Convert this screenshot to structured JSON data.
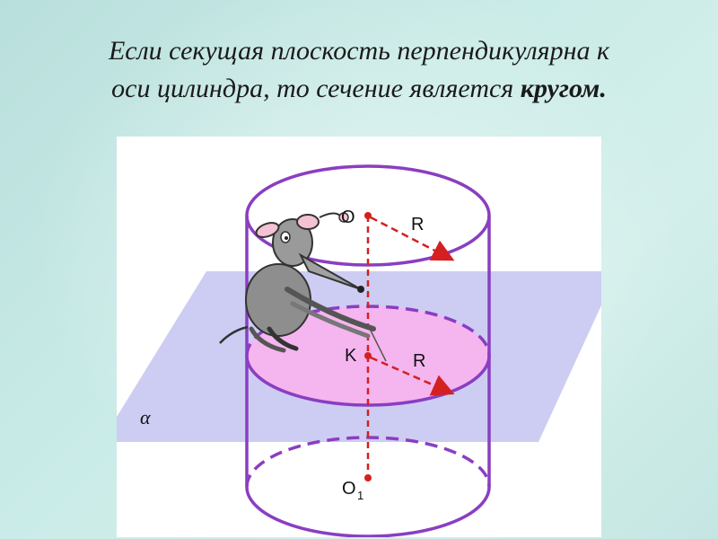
{
  "heading": {
    "line1": "Если секущая плоскость перпендикулярна к",
    "line2_plain": "оси цилиндра, то сечение является",
    "line2_bold": "кругом."
  },
  "diagram": {
    "labels": {
      "top_center": "O",
      "top_radius": "R",
      "section_center": "K",
      "section_radius": "R",
      "bottom_center": "O",
      "bottom_center_subscript": "1",
      "plane": "α"
    },
    "colors": {
      "cylinder_outline": "#8a3ec1",
      "plane_fill": "#c8c8f2",
      "section_fill": "#f7b3ee",
      "axis": "#d42020",
      "background": "#c4e6e2"
    }
  }
}
